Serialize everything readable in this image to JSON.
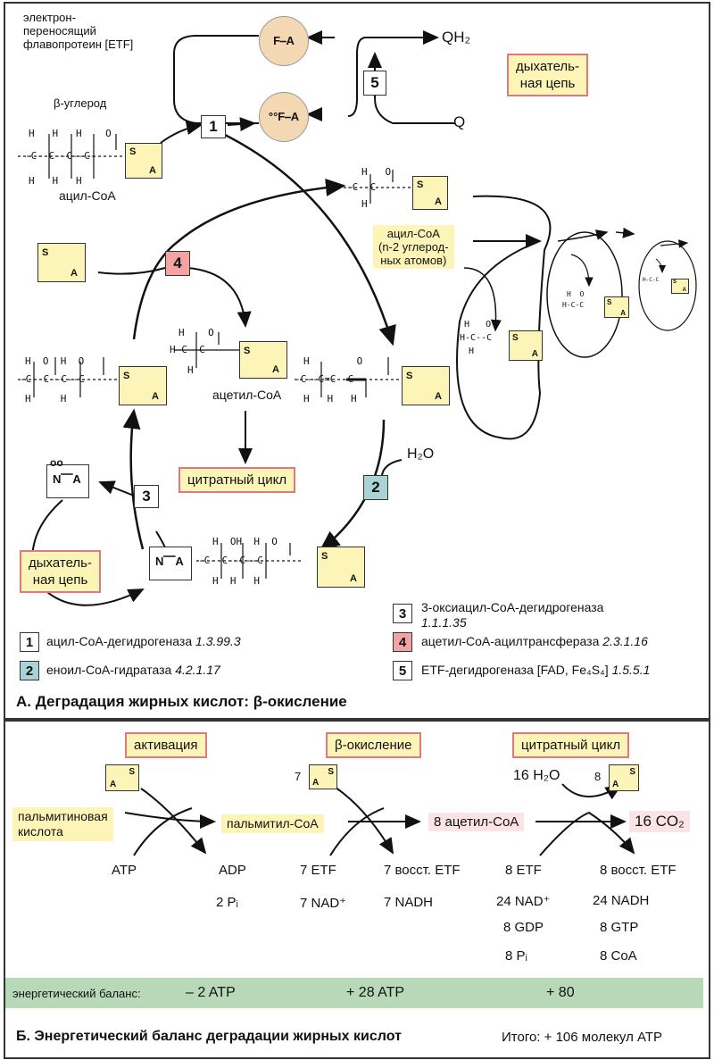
{
  "panel_a": {
    "title": "А. Деградация жирных кислот: β-окисление",
    "etf_label": "электрон-\nпереносящий\nфлавопротеин [ETF]",
    "beta_carbon": "β-углерод",
    "acyl_coa": "ацил-СоА",
    "acyl_coa_short": "ацил-СоА\n(n-2 углерод-\nных атомов)",
    "acetyl_coa": "ацетил-СоА",
    "citrate_cycle": "цитратный цикл",
    "resp_chain_top": "дыхатель-\nная цепь",
    "resp_chain_bottom": "дыхатель-\nная цепь",
    "qh2": "QH₂",
    "q": "Q",
    "water": "H₂O",
    "step_labels": [
      "1",
      "2",
      "3",
      "4",
      "5"
    ],
    "legend": [
      {
        "num": "1",
        "name": "ацил-СоА-дегидрогеназа",
        "ec": "1.3.99.3",
        "color": "#ffffff"
      },
      {
        "num": "2",
        "name": "еноил-СоА-гидратаза",
        "ec": "4.2.1.17",
        "color": "#a9d3d6"
      },
      {
        "num": "3",
        "name": "3-оксиацил-СоА-дегидрогеназа",
        "ec": "1.1.1.35",
        "color": "#ffffff"
      },
      {
        "num": "4",
        "name": "ацетил-СоА-ацилтрансфераза",
        "ec": "2.3.1.16",
        "color": "#f2a3a3"
      },
      {
        "num": "5",
        "name": "ETF-дегидрогеназа [FAD, Fe₄S₄]",
        "ec": "1.5.5.1",
        "color": "#ffffff"
      }
    ]
  },
  "panel_b": {
    "title": "Б. Энергетический баланс деградации жирных кислот",
    "total": "Итого: + 106 молекул АТР",
    "activation": "активация",
    "beta_ox": "β-окисление",
    "citrate_cycle": "цитратный цикл",
    "palmitic_acid": "пальмитиновая\nкислота",
    "palmitoyl_coa": "пальмитил-СоА",
    "acetyl_coa_8": "8 ацетил-СоА",
    "co2": "16 CO₂",
    "h2o": "16 H₂O",
    "coa_7": "7",
    "coa_8": "8",
    "atp": "ATP",
    "adp": "ADP",
    "pi2": "2 Pᵢ",
    "etf7": "7 ETF",
    "nad7": "7 NAD⁺",
    "etf7r": "7 восст. ETF",
    "nadh7": "7 NADH",
    "etf8": "8 ETF",
    "nad24": "24 NAD⁺",
    "gdp8": "8 GDP",
    "pi8": "8 Pᵢ",
    "etf8r": "8 восст. ETF",
    "nadh24": "24 NADH",
    "gtp8": "8 GTP",
    "coa8": "8 CoA",
    "balance_label": "энергетический баланс:",
    "balance_1": "– 2 ATP",
    "balance_2": "+ 28 ATP",
    "balance_3": "+ 80"
  }
}
